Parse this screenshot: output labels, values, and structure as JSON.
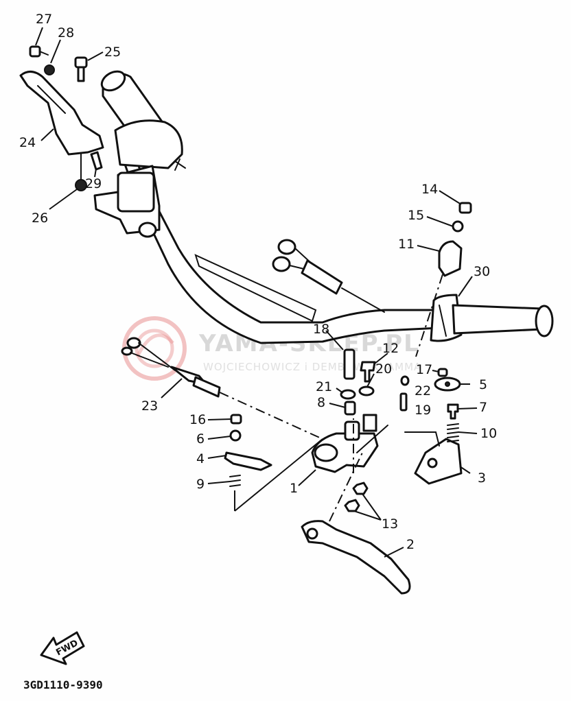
{
  "diagram": {
    "part_numbers": [
      "1",
      "2",
      "3",
      "4",
      "5",
      "6",
      "7",
      "8",
      "9",
      "10",
      "11",
      "12",
      "13",
      "14",
      "15",
      "16",
      "17",
      "18",
      "19",
      "20",
      "21",
      "22",
      "23",
      "24",
      "25",
      "26",
      "27",
      "28",
      "29",
      "30"
    ],
    "catalog_code": "3GD1110-9390",
    "direction_label": "FWD",
    "watermark": {
      "title": "YAMA-SKLEP.PL",
      "subtitle": "WOJCIECHOWICZ i DEMBOWSKI AMMA"
    },
    "colors": {
      "ink": "#111111",
      "paper": "#fefefe",
      "watermark_logo": "#e89090"
    }
  }
}
